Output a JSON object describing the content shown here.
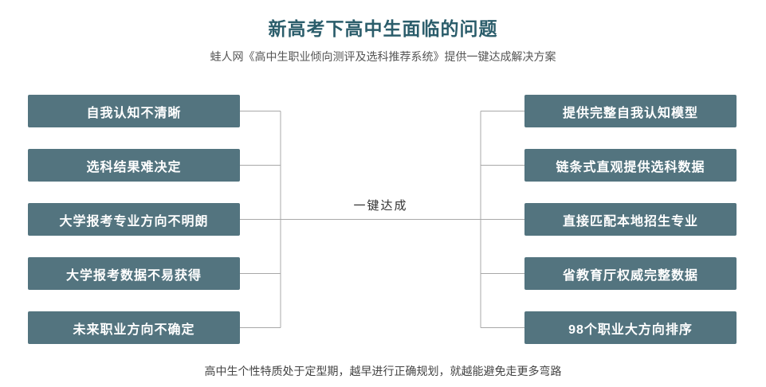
{
  "header": {
    "title": "新高考下高中生面临的问题",
    "subtitle": "蛙人网《高中生职业倾向测评及选科推荐系统》提供一键达成解决方案"
  },
  "problems": [
    "自我认知不清晰",
    "选科结果难决定",
    "大学报考专业方向不明朗",
    "大学报考数据不易获得",
    "未来职业方向不确定"
  ],
  "solutions": [
    "提供完整自我认知模型",
    "链条式直观提供选科数据",
    "直接匹配本地招生专业",
    "省教育厅权威完整数据",
    "98个职业大方向排序"
  ],
  "connector": {
    "label": "一键达成"
  },
  "footer": {
    "text": "高中生个性特质处于定型期，越早进行正确规划，就越能避免走更多弯路"
  },
  "colors": {
    "box_background": "#53747f",
    "title_color": "#2b5d6b",
    "line_color": "#a8a8a8"
  }
}
